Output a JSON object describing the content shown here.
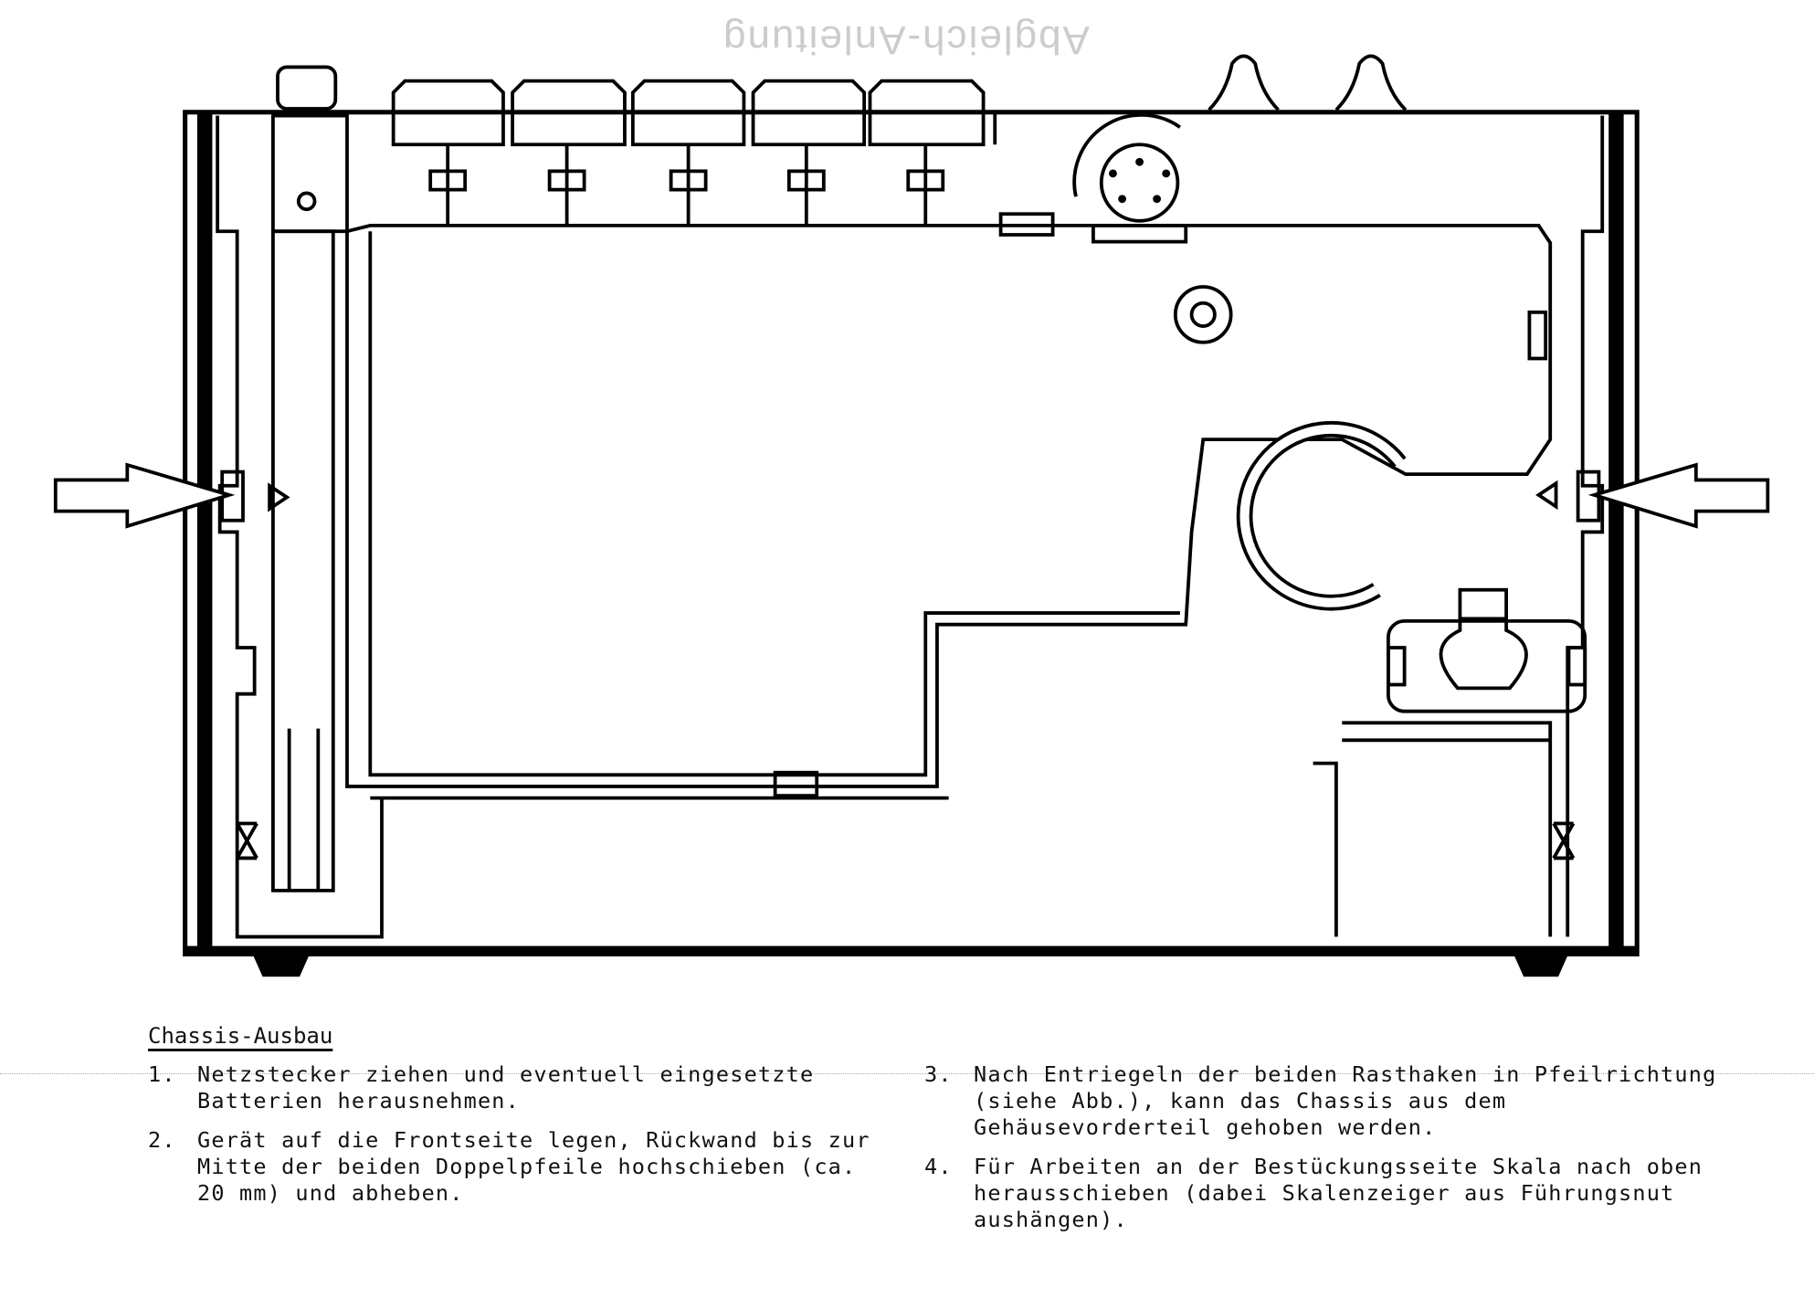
{
  "ghost_title": "Abgleich-Anleitung",
  "section": {
    "heading": "Chassis-Ausbau",
    "steps": [
      {
        "num": "1.",
        "text": "Netzstecker ziehen und eventuell eingesetzte Batterien herausnehmen."
      },
      {
        "num": "2.",
        "text": "Gerät auf die Frontseite legen, Rückwand bis zur Mitte der beiden Doppelpfeile hochschieben (ca. 20 mm) und abheben."
      },
      {
        "num": "3.",
        "text": "Nach Entriegeln der beiden Rasthaken in Pfeilrichtung (siehe Abb.), kann das Chassis aus dem Gehäusevorderteil gehoben werden."
      },
      {
        "num": "4.",
        "text": "Für Arbeiten an der Bestückungsseite Skala nach oben herausschieben (dabei Skalenzeiger aus Führungsnut aushängen)."
      }
    ]
  }
}
